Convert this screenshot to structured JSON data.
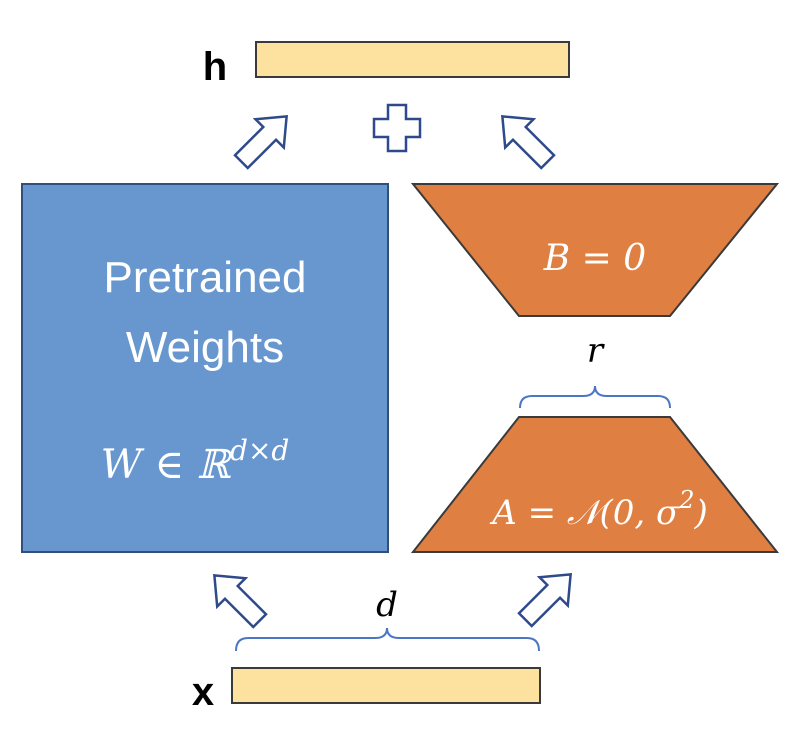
{
  "output": {
    "label": "h"
  },
  "input": {
    "label": "x"
  },
  "pretrained": {
    "line1": "Pretrained",
    "line2": "Weights",
    "formula_main": "W ∈ ℝ",
    "formula_sup": "d×d"
  },
  "matrix_b": {
    "formula": "B = 0"
  },
  "matrix_a": {
    "formula_main": "A = 𝒩(0, σ",
    "formula_sup": "2",
    "formula_end": ")"
  },
  "rank": {
    "label": "r"
  },
  "dim": {
    "label": "d"
  },
  "colors": {
    "pretrained_fill": "#6797ce",
    "pretrained_stroke": "#2f4f7c",
    "lora_fill": "#e07f42",
    "lora_stroke": "#3a3a3a",
    "vector_fill": "#fce29e",
    "vector_stroke": "#3a3a3a",
    "arrow_stroke": "#2f4a8a",
    "brace_stroke": "#4a76c4"
  }
}
